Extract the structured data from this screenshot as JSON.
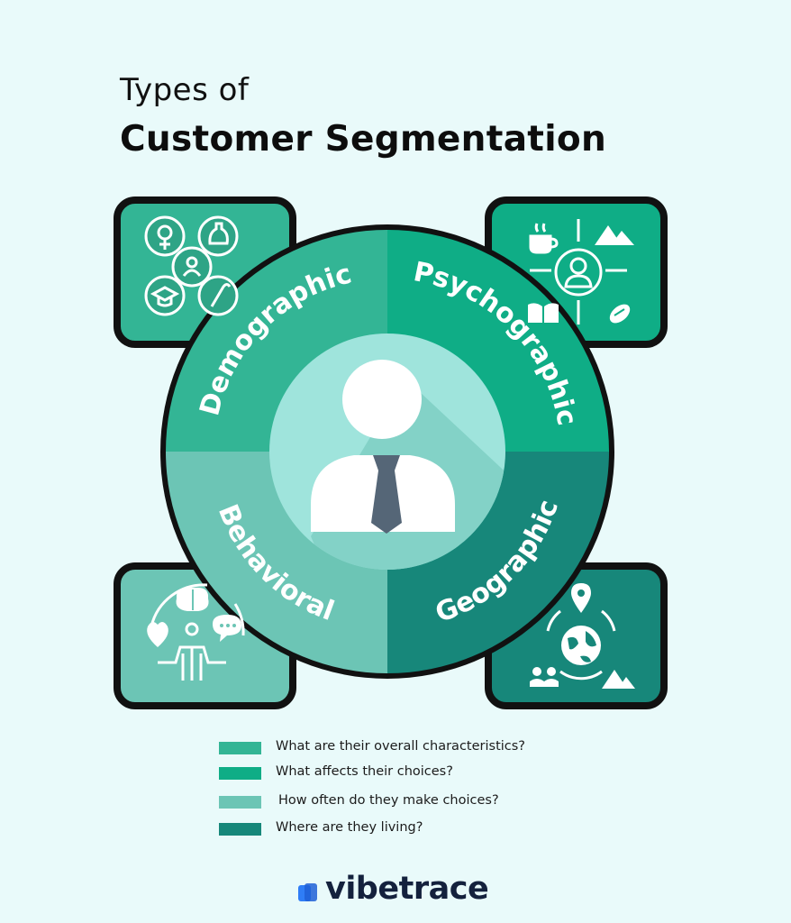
{
  "title": {
    "line1": "Types of",
    "line2": "Customer Segmentation"
  },
  "segments": [
    {
      "label": "Demographic",
      "color": "#33b595",
      "icon": "demographic-icons"
    },
    {
      "label": "Psychographic",
      "color": "#0fad86",
      "icon": "psychographic-icons"
    },
    {
      "label": "Behavioral",
      "color": "#6cc5b5",
      "icon": "behavioral-icons"
    },
    {
      "label": "Geographic",
      "color": "#17877a",
      "icon": "geographic-icons"
    }
  ],
  "center": {
    "icon": "business-person-icon"
  },
  "legend": [
    {
      "text": "What are their overall characteristics?",
      "color": "#33b595"
    },
    {
      "text": "What affects their choices?",
      "color": "#0fad86"
    },
    {
      "text": "How often do they make choices?",
      "color": "#6cc5b5"
    },
    {
      "text": "Where are they living?",
      "color": "#17877a"
    }
  ],
  "brand": {
    "name": "vibetrace",
    "mark_color": "#2f7df6"
  }
}
